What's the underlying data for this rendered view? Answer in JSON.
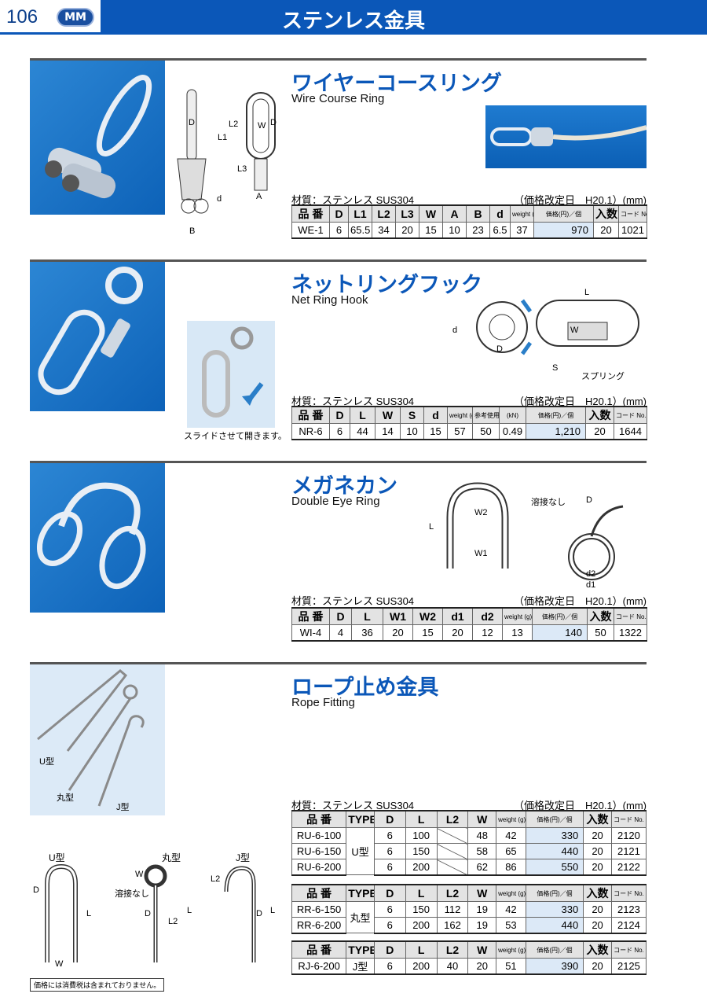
{
  "header": {
    "page_number": "106",
    "logo": "MM",
    "title": "ステンレス金具"
  },
  "sections": [
    {
      "title": "ワイヤーコースリング",
      "subtitle": "Wire Course Ring",
      "material": "材質：ステンレス SUS304",
      "revision": "（価格改定日　H20.1）(mm)",
      "diagram_labels": [
        "D",
        "L1",
        "L2",
        "W",
        "D",
        "L3",
        "A",
        "d",
        "B"
      ],
      "columns": [
        "品 番",
        "D",
        "L1",
        "L2",
        "L3",
        "W",
        "A",
        "B",
        "d",
        "weight (g)",
        "価格(円)／個",
        "入数",
        "コード No."
      ],
      "rows": [
        [
          "WE-1",
          "6",
          "65.5",
          "34",
          "20",
          "15",
          "10",
          "23",
          "6.5",
          "37",
          "970",
          "20",
          "1021"
        ]
      ]
    },
    {
      "title": "ネットリングフック",
      "subtitle": "Net Ring Hook",
      "material": "材質：ステンレス SUS304",
      "revision": "（価格改定日　H20.1）(mm)",
      "photo_note": "スライドさせて開きます。",
      "diagram_labels": [
        "L",
        "d",
        "W",
        "D",
        "S",
        "スプリング"
      ],
      "columns": [
        "品 番",
        "D",
        "L",
        "W",
        "S",
        "d",
        "weight (g)",
        "参考使用荷重 (kgf)",
        "(kN)",
        "価格(円)／個",
        "入数",
        "コード No."
      ],
      "rows": [
        [
          "NR-6",
          "6",
          "44",
          "14",
          "10",
          "15",
          "57",
          "50",
          "0.49",
          "1,210",
          "20",
          "1644"
        ]
      ]
    },
    {
      "title": "メガネカン",
      "subtitle": "Double Eye Ring",
      "material": "材質：ステンレス SUS304",
      "revision": "（価格改定日　H20.1）(mm)",
      "diagram_labels": [
        "L",
        "W2",
        "W1",
        "溶接なし",
        "D",
        "d2",
        "d1"
      ],
      "columns": [
        "品 番",
        "D",
        "L",
        "W1",
        "W2",
        "d1",
        "d2",
        "weight (g)",
        "価格(円)／個",
        "入数",
        "コード No."
      ],
      "rows": [
        [
          "WI-4",
          "4",
          "36",
          "20",
          "15",
          "20",
          "12",
          "13",
          "140",
          "50",
          "1322"
        ]
      ]
    },
    {
      "title": "ロープ止め金具",
      "subtitle": "Rope Fitting",
      "material": "材質：ステンレス SUS304",
      "revision": "（価格改定日　H20.1）(mm)",
      "photo_labels": [
        "U型",
        "丸型",
        "J型"
      ],
      "diagram_titles": [
        "U型",
        "丸型",
        "J型"
      ],
      "diagram_labels": [
        "D",
        "L",
        "W",
        "W",
        "溶接なし",
        "D",
        "L2",
        "L",
        "L2",
        "D",
        "L"
      ],
      "columns": [
        "品 番",
        "TYPE",
        "D",
        "L",
        "L2",
        "W",
        "weight (g)",
        "価格(円)／個",
        "入数",
        "コード No."
      ],
      "groups": [
        {
          "type": "U型",
          "rows": [
            [
              "RU-6-100",
              "6",
              "100",
              "",
              "48",
              "42",
              "330",
              "20",
              "2120"
            ],
            [
              "RU-6-150",
              "6",
              "150",
              "",
              "58",
              "65",
              "440",
              "20",
              "2121"
            ],
            [
              "RU-6-200",
              "6",
              "200",
              "",
              "62",
              "86",
              "550",
              "20",
              "2122"
            ]
          ]
        },
        {
          "type": "丸型",
          "rows": [
            [
              "RR-6-150",
              "6",
              "150",
              "112",
              "19",
              "42",
              "330",
              "20",
              "2123"
            ],
            [
              "RR-6-200",
              "6",
              "200",
              "162",
              "19",
              "53",
              "440",
              "20",
              "2124"
            ]
          ]
        },
        {
          "type": "J型",
          "rows": [
            [
              "RJ-6-200",
              "6",
              "200",
              "40",
              "20",
              "51",
              "390",
              "20",
              "2125"
            ]
          ]
        }
      ]
    }
  ],
  "footnote": "価格には消費税は含まれておりません。"
}
